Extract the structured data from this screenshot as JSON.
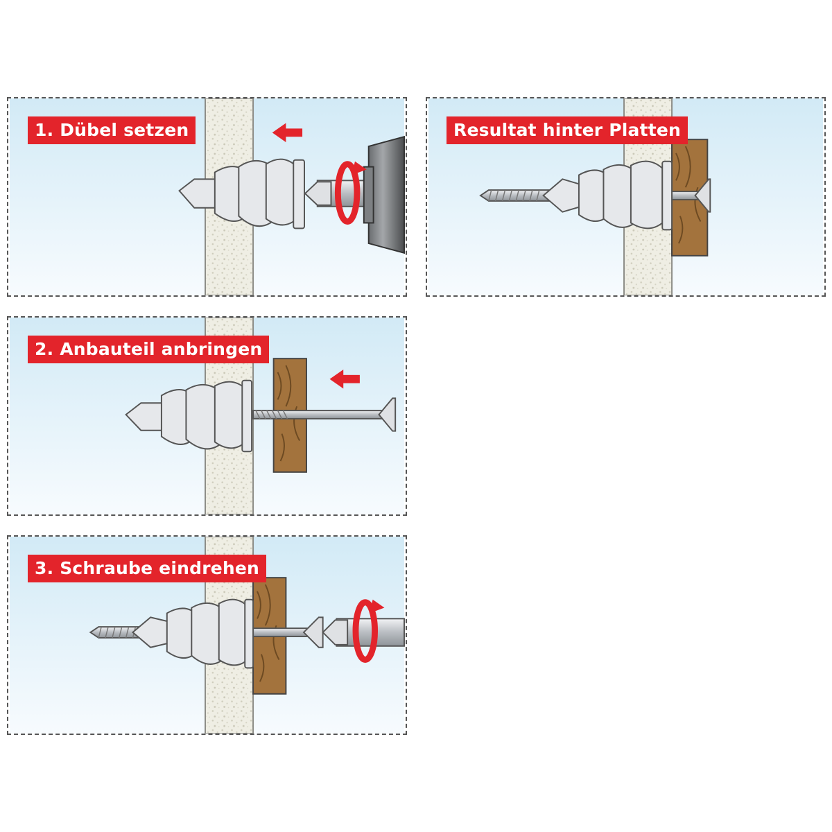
{
  "steps": [
    {
      "label": "1. Dübel setzen"
    },
    {
      "label": "2. Anbauteil anbringen"
    },
    {
      "label": "3. Schraube eindrehen"
    }
  ],
  "result": {
    "label": "Resultat hinter Platten"
  },
  "colors": {
    "accent_red": "#e3242b",
    "sky_top": "#d6ecf6",
    "sky_bottom": "#f6fbfe",
    "board": "#ecebe0",
    "wood": "#a3733d",
    "metal": "#c9ccd0",
    "anchor": "#e6e8eb"
  }
}
